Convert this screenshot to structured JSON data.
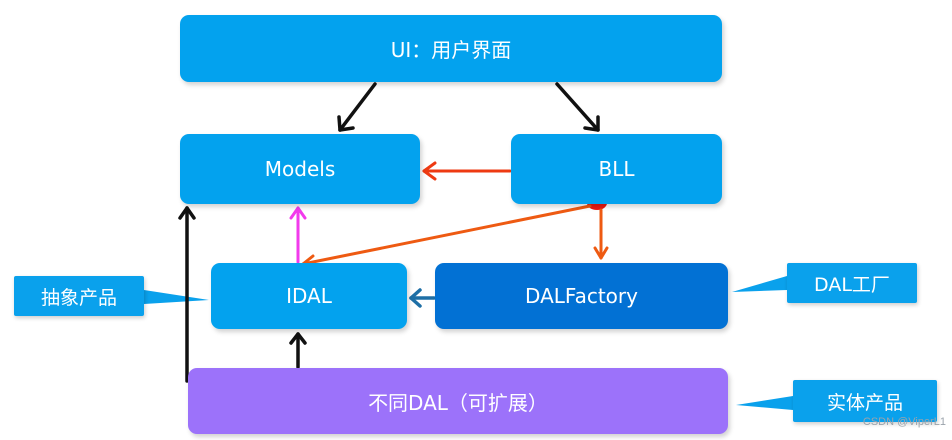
{
  "boxes": {
    "ui": "UI：用户界面",
    "models": "Models",
    "bll": "BLL",
    "idal": "IDAL",
    "dal_factory": "DALFactory",
    "concrete_dal": "不同DAL（可扩展）"
  },
  "callouts": {
    "abstract_product": "抽象产品",
    "dal_factory": "DAL工厂",
    "concrete_product": "实体产品"
  },
  "watermark": "CSDN @ViperL1",
  "colors": {
    "box_light_blue": "#03A2EE",
    "box_dark_blue": "#0271D4",
    "box_purple": "#9C72FA",
    "callout_blue": "#0AA1EC",
    "arrow_black": "#111111",
    "arrow_red": "#EE3A12",
    "arrow_orange": "#EE5A12",
    "arrow_magenta": "#F23AEC",
    "arrow_steel_blue": "#1E6FA6"
  }
}
